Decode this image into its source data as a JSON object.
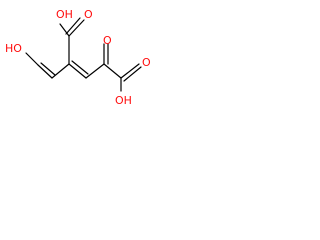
{
  "molecule": {
    "labels": {
      "hydroxy_left": "HO",
      "acid_top_oxygen_1": "O",
      "acid_top_oxygen_2": "OH",
      "ketone_oxygen": "O",
      "acid_right_oxygen_1": "O",
      "acid_right_oxygen_2": "OH"
    },
    "colors": {
      "bond": "#000000",
      "oxygen": "#ff0d0d"
    }
  }
}
